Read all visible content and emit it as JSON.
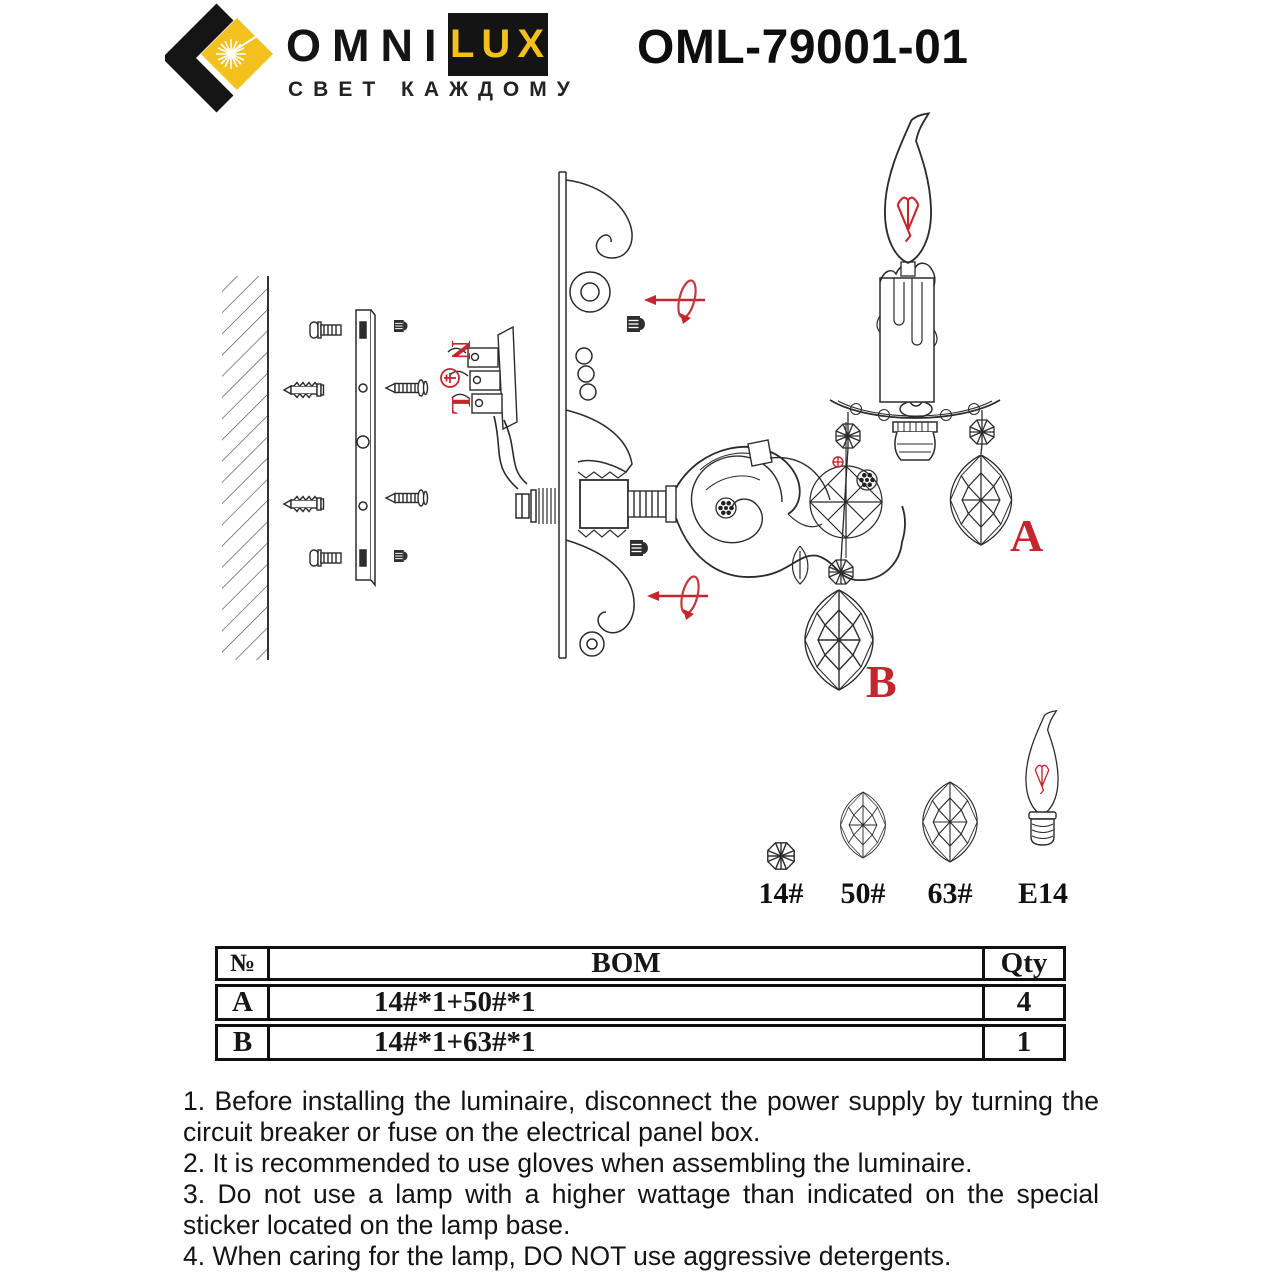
{
  "logo": {
    "omni": "OMNI",
    "lux": "LUX",
    "tagline": "СВЕТ КАЖДОМУ"
  },
  "header": {
    "model": "OML-79001-01"
  },
  "colors": {
    "accent_red": "#C1272D",
    "brand_yellow": "#F2C11E",
    "ink": "#141414"
  },
  "diagram": {
    "terminal_n": "N",
    "terminal_l": "L",
    "label_a": "A",
    "label_b": "B"
  },
  "parts": [
    {
      "id": "crystal-14",
      "label": "14#"
    },
    {
      "id": "crystal-50",
      "label": "50#"
    },
    {
      "id": "crystal-63",
      "label": "63#"
    },
    {
      "id": "bulb-e14",
      "label": "E14"
    }
  ],
  "bom_table": {
    "headers": {
      "no": "№",
      "bom": "BOM",
      "qty": "Qty"
    },
    "rows": [
      {
        "no": "A",
        "bom": "14#*1+50#*1",
        "qty": "4"
      },
      {
        "no": "B",
        "bom": "14#*1+63#*1",
        "qty": "1"
      }
    ]
  },
  "instructions": [
    "1. Before installing the luminaire, disconnect the power supply by turning the circuit breaker or fuse on the electrical panel box.",
    "2. It is recommended to use gloves when assembling the luminaire.",
    "3. Do not use a lamp with a higher wattage than indicated on the special sticker located on the lamp base.",
    "4. When caring for the lamp, DO NOT use aggressive detergents."
  ]
}
